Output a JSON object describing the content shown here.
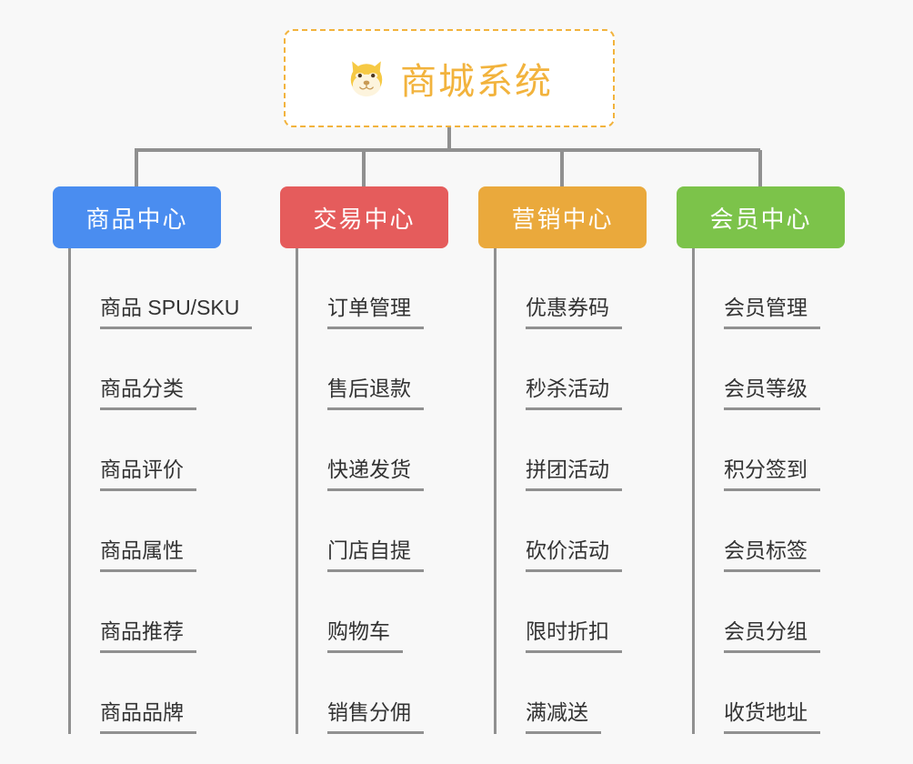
{
  "root": {
    "icon": "shiba-dog-face-icon",
    "title": "商城系统",
    "border_color": "#f2b33d",
    "title_color": "#f2b33d",
    "background": "#ffffff"
  },
  "canvas": {
    "background": "#f8f8f8",
    "connector_color": "#909090"
  },
  "categories": [
    {
      "label": "商品中心",
      "color": "#4a8df0",
      "items": [
        {
          "label": "商品 SPU/SKU"
        },
        {
          "label": "商品分类"
        },
        {
          "label": "商品评价"
        },
        {
          "label": "商品属性"
        },
        {
          "label": "商品推荐"
        },
        {
          "label": "商品品牌"
        }
      ]
    },
    {
      "label": "交易中心",
      "color": "#e55c5c",
      "items": [
        {
          "label": "订单管理"
        },
        {
          "label": "售后退款"
        },
        {
          "label": "快递发货"
        },
        {
          "label": "门店自提"
        },
        {
          "label": "购物车"
        },
        {
          "label": "销售分佣"
        }
      ]
    },
    {
      "label": "营销中心",
      "color": "#eaa93c",
      "items": [
        {
          "label": "优惠券码"
        },
        {
          "label": "秒杀活动"
        },
        {
          "label": "拼团活动"
        },
        {
          "label": "砍价活动"
        },
        {
          "label": "限时折扣"
        },
        {
          "label": "满减送"
        }
      ]
    },
    {
      "label": "会员中心",
      "color": "#7cc34a",
      "items": [
        {
          "label": "会员管理"
        },
        {
          "label": "会员等级"
        },
        {
          "label": "积分签到"
        },
        {
          "label": "会员标签"
        },
        {
          "label": "会员分组"
        },
        {
          "label": "收货地址"
        }
      ]
    }
  ]
}
